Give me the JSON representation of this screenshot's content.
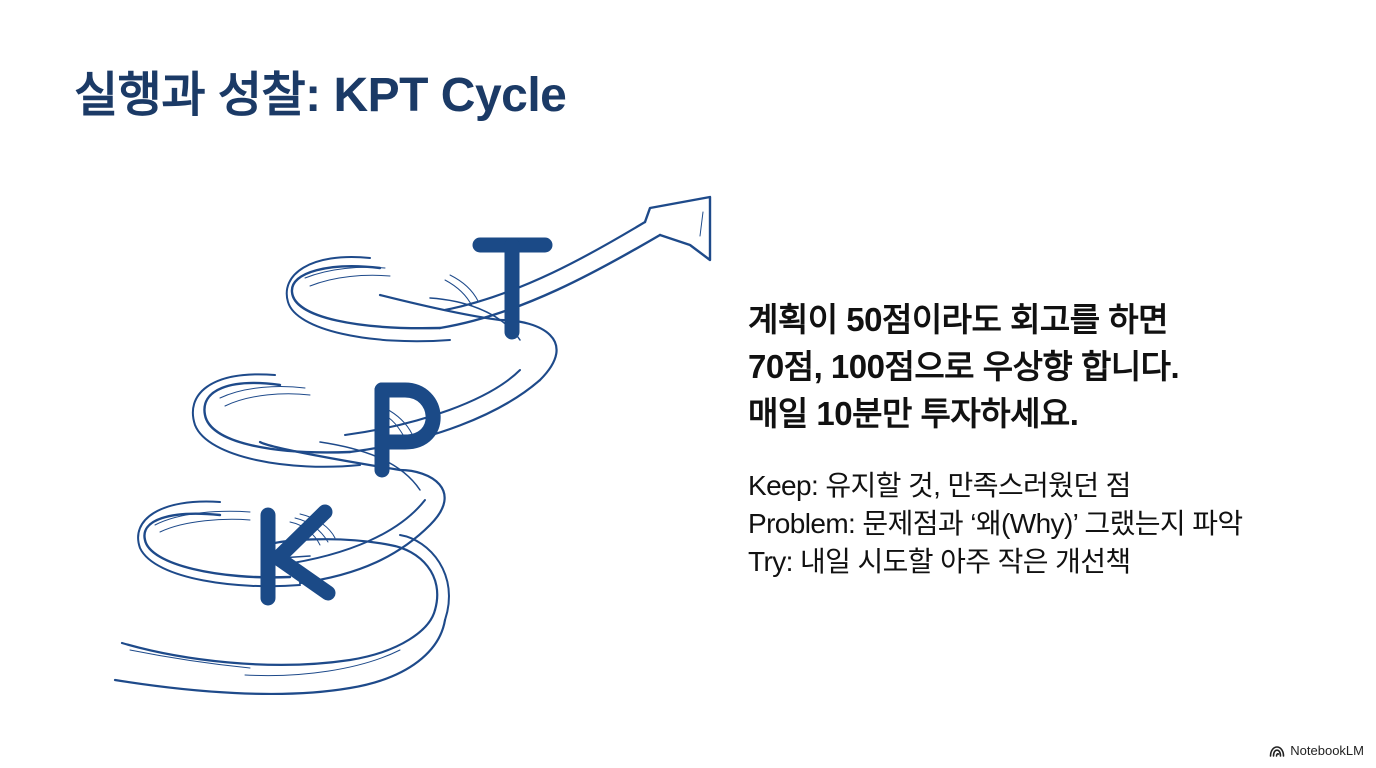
{
  "slide": {
    "title": "실행과 성찰: KPT Cycle",
    "colors": {
      "title": "#1b3a66",
      "illustration": "#1e4a8a",
      "letters": "#1b4a87",
      "body_text": "#111111",
      "background": "#ffffff"
    }
  },
  "illustration": {
    "description": "hand-drawn upward spiral ribbon ending in arrow",
    "letters": [
      "K",
      "P",
      "T"
    ],
    "icon": "spiral-arrow-icon"
  },
  "lead": {
    "lines": [
      "계획이 50점이라도 회고를 하면",
      "70점, 100점으로 우상향 합니다.",
      "매일 10분만 투자하세요."
    ]
  },
  "kpt": {
    "items": [
      {
        "label": "Keep",
        "text": "Keep: 유지할 것, 만족스러웠던 점"
      },
      {
        "label": "Problem",
        "text": "Problem: 문제점과 ‘왜(Why)’ 그랬는지 파악"
      },
      {
        "label": "Try",
        "text": "Try: 내일 시도할 아주 작은 개선책"
      }
    ]
  },
  "brand": {
    "name": "NotebookLM",
    "icon": "notebooklm-logo-icon"
  }
}
